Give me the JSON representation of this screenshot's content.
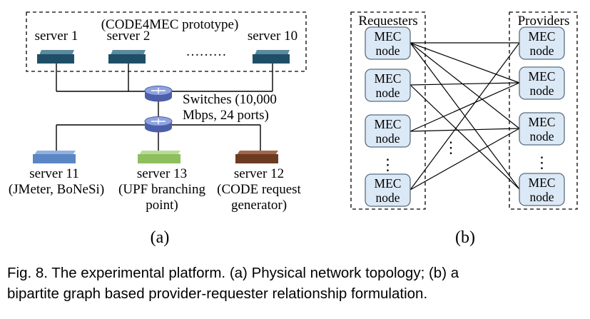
{
  "panel_a": {
    "prototype_label": "(CODE4MEC prototype)",
    "servers_top": [
      {
        "label": "server 1",
        "color": "#1f4f66"
      },
      {
        "label": "server 2",
        "color": "#1f4f66"
      },
      {
        "label": "server 10",
        "color": "#1f4f66"
      }
    ],
    "ellipsis": "………",
    "switch_label_line1": "Switches (10,000",
    "switch_label_line2": "Mbps, 24 ports)",
    "servers_bottom": [
      {
        "label": "server 11",
        "desc1": "(JMeter, BoNeSi)",
        "desc2": "",
        "color": "#5b86c6"
      },
      {
        "label": "server 13",
        "desc1": "(UPF branching",
        "desc2": "point)",
        "color": "#8dbf5e"
      },
      {
        "label": "server 12",
        "desc1": "(CODE request",
        "desc2": "generator)",
        "color": "#6d3b22"
      }
    ],
    "panel_label": "(a)"
  },
  "panel_b": {
    "requesters_title": "Requesters",
    "providers_title": "Providers",
    "node_line1": "MEC",
    "node_line2": "node",
    "vdots": "⋮",
    "panel_label": "(b)",
    "node_fill": "#dbe8f5",
    "node_stroke": "#5a6d80"
  },
  "caption": {
    "line1": "Fig. 8. The experimental platform. (a) Physical network topology; (b) a",
    "line2": "bipartite graph based provider-requester relationship formulation."
  }
}
